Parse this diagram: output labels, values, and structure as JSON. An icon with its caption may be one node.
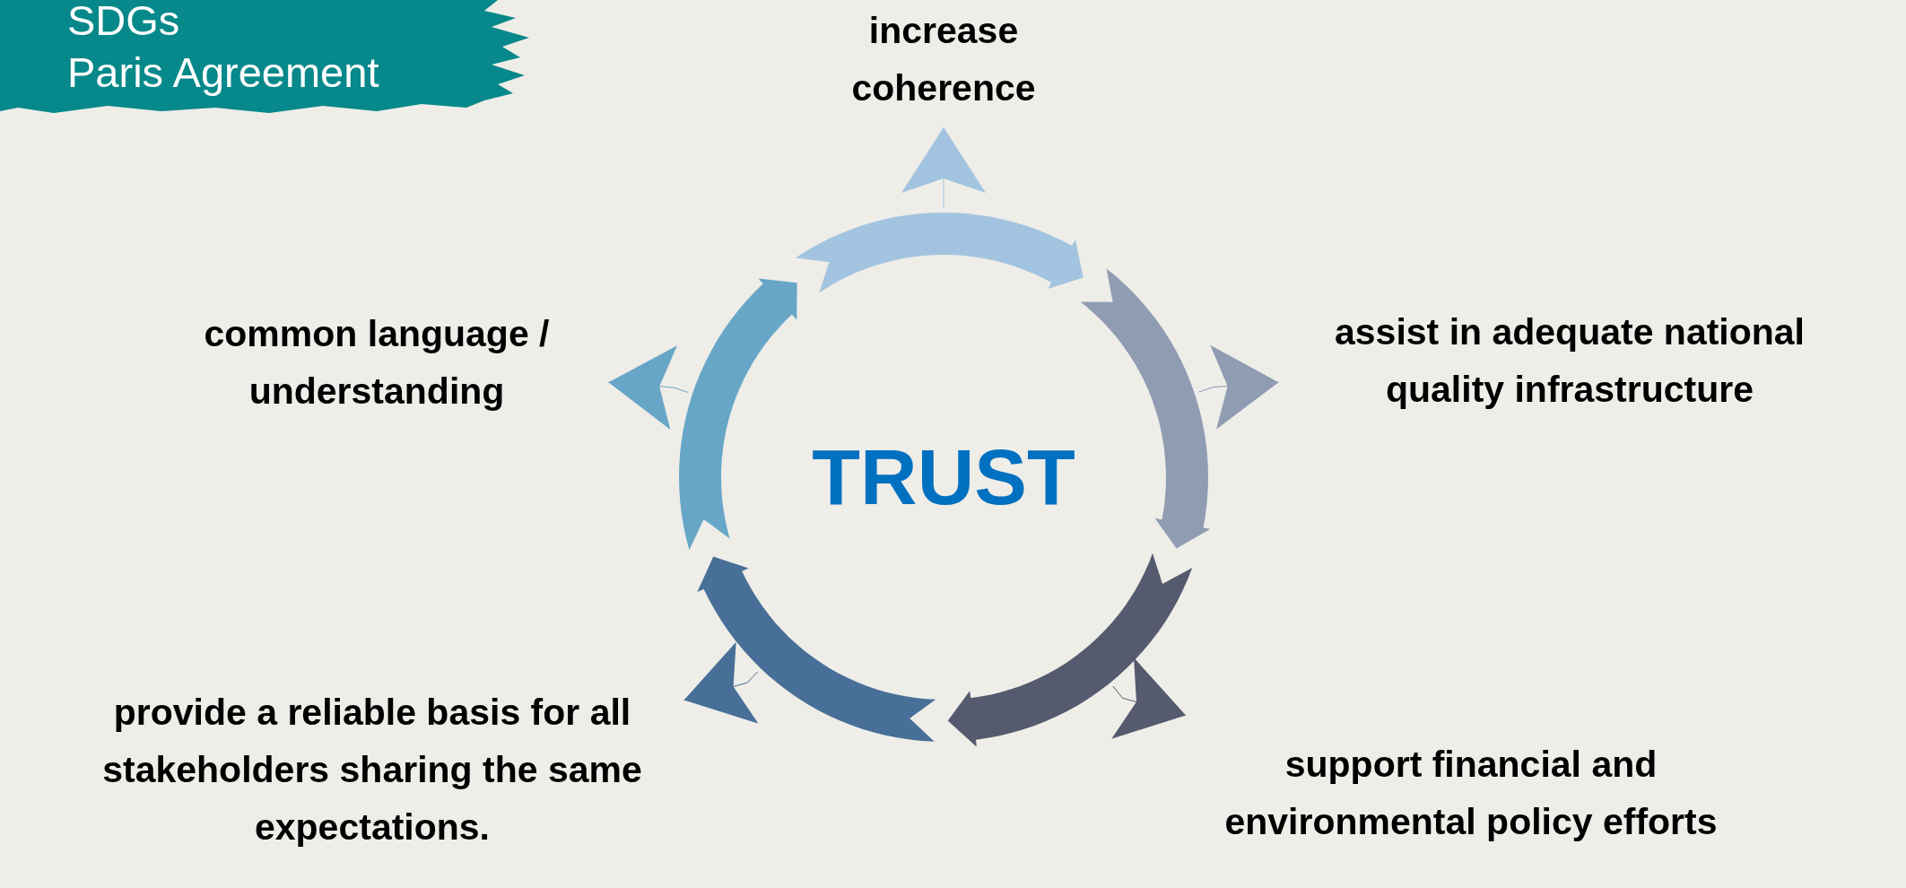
{
  "diagram": {
    "nodes": [
      {
        "text": [
          "SDGs",
          "Paris Agreement"
        ]
      },
      {
        "text": [
          "increase coherence"
        ]
      },
      {
        "text": [
          "common language / understanding"
        ]
      },
      {
        "text": [
          "TRUST"
        ]
      },
      {
        "text": [
          "assist in adequate national quality infrastructure"
        ]
      },
      {
        "text": [
          "provide a reliable basis for all stakeholders sharing the same expectations."
        ]
      },
      {
        "text": [
          "support financial and environmental policy efforts"
        ]
      }
    ],
    "edges": [
      {
        "from": 3,
        "to": 1,
        "arrow": "to",
        "color": "#a3c4e0"
      },
      {
        "from": 3,
        "to": 4,
        "arrow": "to",
        "color": "#8f9cb2"
      },
      {
        "from": 3,
        "to": 6,
        "arrow": "to",
        "color": "#555a6e"
      },
      {
        "from": 3,
        "to": 5,
        "arrow": "to",
        "color": "#476f97"
      },
      {
        "from": 3,
        "to": 2,
        "arrow": "to",
        "color": "#68a6c8"
      }
    ]
  }
}
